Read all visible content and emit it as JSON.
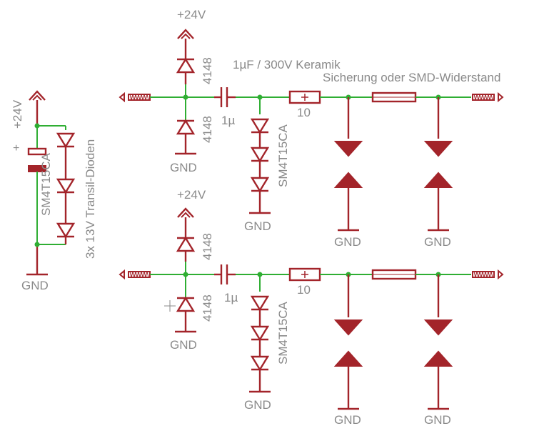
{
  "labels": {
    "supply_left": "+24V",
    "supply_top": "+24V",
    "supply_bottom": "+24V",
    "tvs_left": "SM4T15CA",
    "tvs_caption": "3x 13V Transil-Dioden",
    "gnd_left": "GND",
    "diode_a": "4148",
    "diode_b": "4148",
    "diode_c": "4148",
    "diode_d": "4148",
    "cap_note": "1µF / 300V Keramik",
    "cap_top": "1µ",
    "cap_bottom": "1µ",
    "tvs_top": "SM4T15CA",
    "tvs_bottom": "SM4T15CA",
    "res_top": "10",
    "res_bottom": "10",
    "fuse_note": "Sicherung oder SMD-Widerstand",
    "gnd_top_diode": "GND",
    "gnd_top_tvs": "GND",
    "gnd_top_ntp1": "GND",
    "gnd_top_ntp2": "GND",
    "gnd_bottom_diode": "GND",
    "gnd_bottom_tvs": "GND",
    "gnd_bottom_ntp1": "GND",
    "gnd_bottom_ntp2": "GND"
  },
  "colors": {
    "net": "#2fae33",
    "part": "#a3242a",
    "text": "#8a8a8a"
  }
}
